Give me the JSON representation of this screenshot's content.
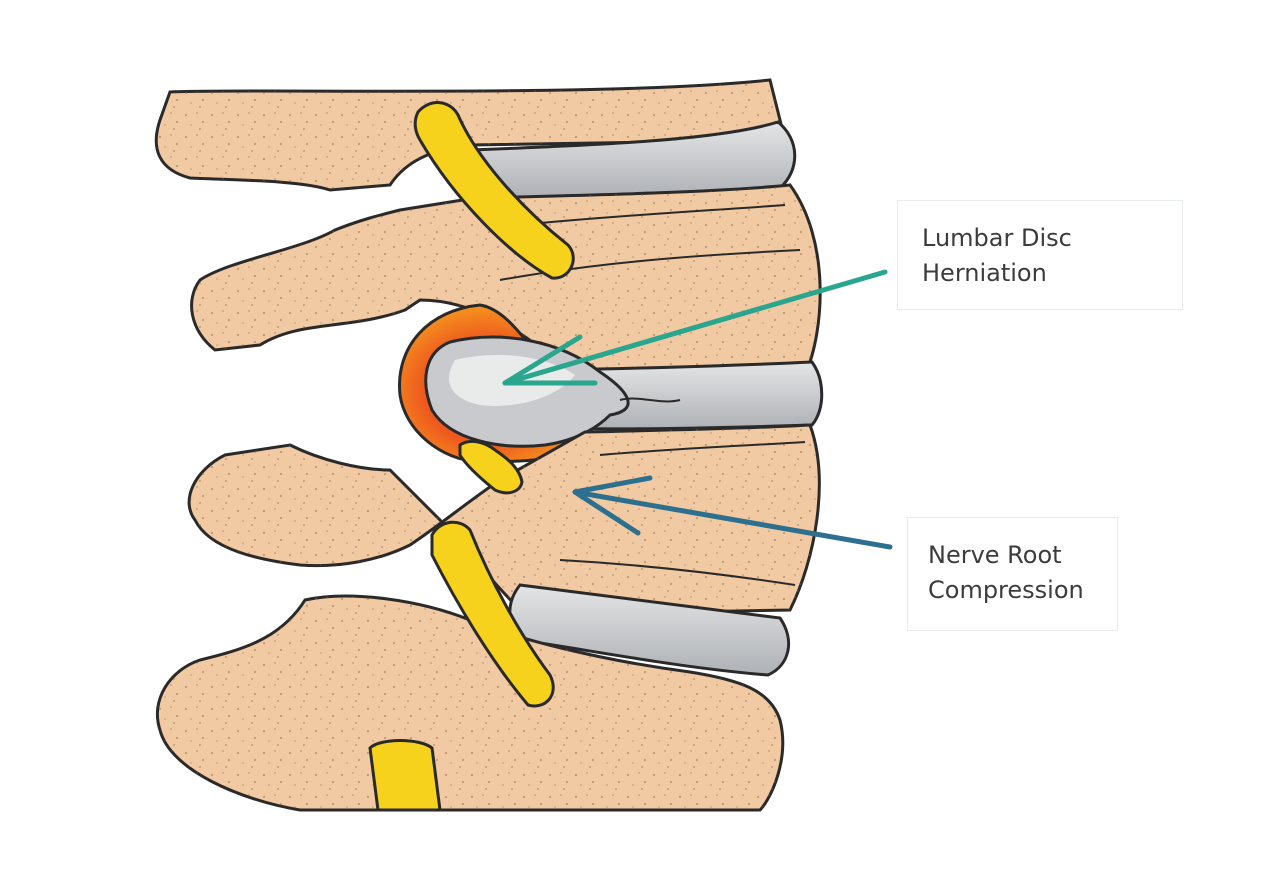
{
  "labels": {
    "herniation": {
      "line1": "Lumbar Disc",
      "line2": "Herniation",
      "arrow_color": "#2aa68e"
    },
    "compression": {
      "line1": "Nerve Root",
      "line2": "Compression",
      "arrow_color": "#2c6f8e"
    }
  },
  "colors": {
    "bone": "#f1c9a2",
    "bone_shadow": "#e6b487",
    "disc": "#c7c9cc",
    "disc_highlight": "#e9eaeb",
    "nerve": "#f7d21c",
    "inflammation_outer": "#f7941d",
    "inflammation_inner": "#e2261f",
    "outline": "#2a2a2a"
  }
}
